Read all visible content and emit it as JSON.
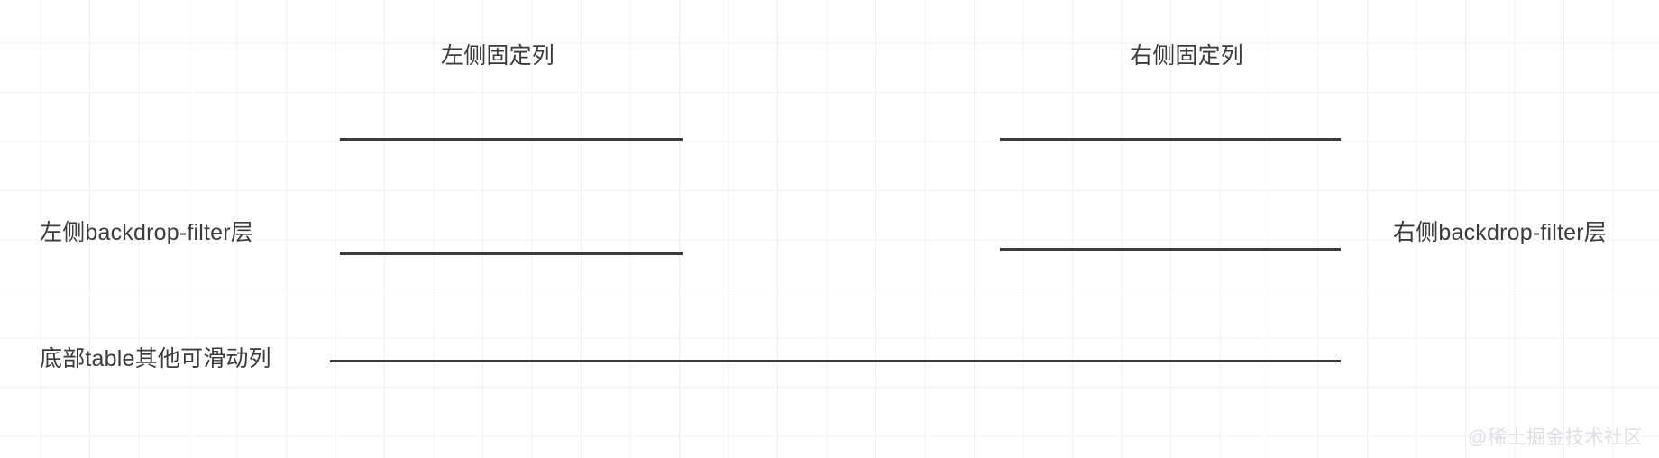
{
  "diagram": {
    "title_left": "左侧固定列",
    "title_right": "右侧固定列",
    "label_left_layer": "左侧backdrop-filter层",
    "label_right_layer": "右侧backdrop-filter层",
    "label_bottom_table": "底部table其他可滑动列",
    "watermark": "@稀土掘金技术社区",
    "colors": {
      "background": "#ffffff",
      "grid": "#f0f0f0",
      "rule": "#3b3b3b",
      "text": "#3b3b3b",
      "watermark": "#dcdfe3"
    },
    "rules": [
      {
        "name": "left-fixed-column-top-rule"
      },
      {
        "name": "right-fixed-column-top-rule"
      },
      {
        "name": "left-backdrop-filter-rule"
      },
      {
        "name": "right-backdrop-filter-rule"
      },
      {
        "name": "bottom-table-scrollable-rule"
      }
    ]
  }
}
